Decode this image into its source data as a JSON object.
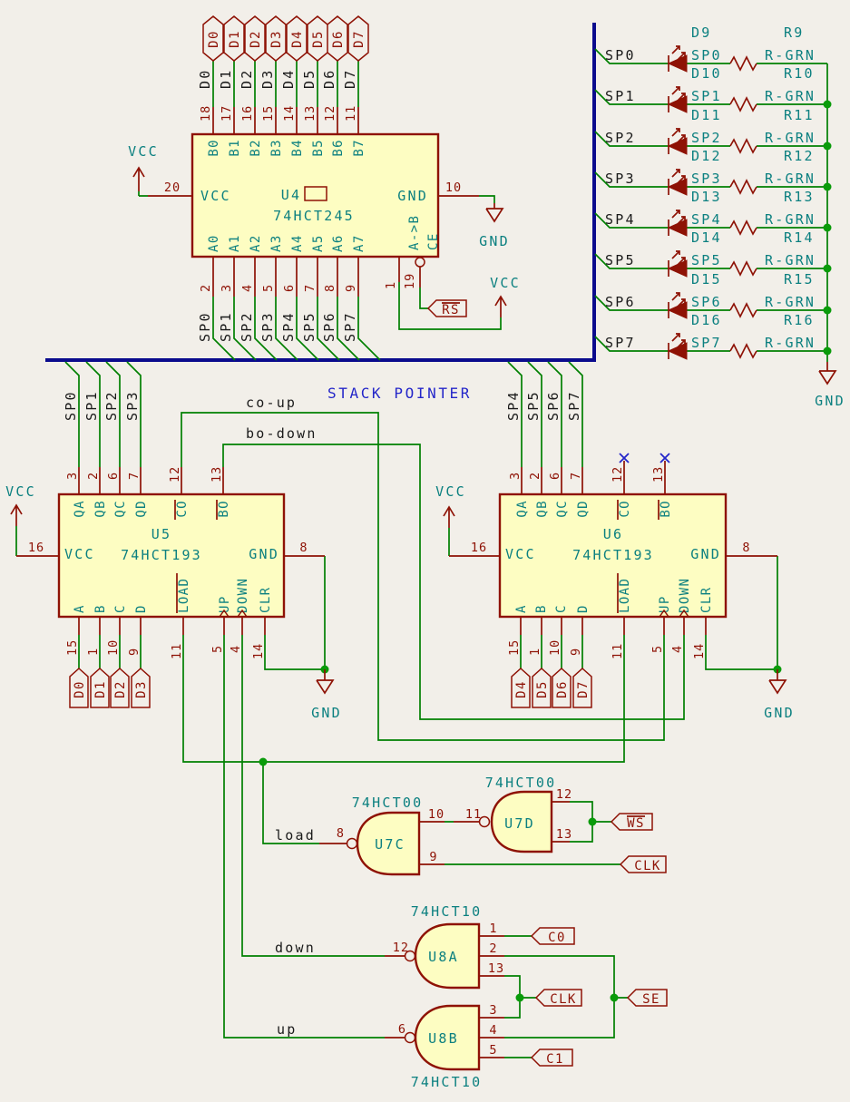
{
  "note": {
    "stack_pointer": "STACK POINTER"
  },
  "power": {
    "vcc": "VCC",
    "gnd": "GND"
  },
  "nets": {
    "co_up": "co-up",
    "bo_down": "bo-down",
    "load": "load",
    "down": "down",
    "up": "up"
  },
  "labels": {
    "rs": "RS",
    "ws": "WS",
    "clk_a": "CLK",
    "clk_b": "CLK",
    "c0": "C0",
    "c1": "C1",
    "se": "SE"
  },
  "colors": {
    "wire": "#018001",
    "bus": "#0b0b8d",
    "symbol": "#8e1205",
    "pin_text": "#0c8080",
    "net_label": "#1a1a1a",
    "note_blue": "#2426c9",
    "body_fill": "#fdfdc2",
    "background": "#f2efe9",
    "junction": "#0a9b0a"
  },
  "u4": {
    "ref": "U4",
    "value": "74HCT245",
    "pin20": {
      "num": "20",
      "name": "VCC"
    },
    "pin10": {
      "num": "10",
      "name": "GND"
    },
    "pin1": {
      "num": "1",
      "name": "A->B"
    },
    "pin19": {
      "num": "19",
      "name": "CE"
    },
    "cols": [
      {
        "hex": "D0",
        "net": "D0",
        "num_top": "18",
        "b": "B0",
        "a": "A0",
        "num_bot": "2",
        "sp": "SP0"
      },
      {
        "hex": "D1",
        "net": "D1",
        "num_top": "17",
        "b": "B1",
        "a": "A1",
        "num_bot": "3",
        "sp": "SP1"
      },
      {
        "hex": "D2",
        "net": "D2",
        "num_top": "16",
        "b": "B2",
        "a": "A2",
        "num_bot": "4",
        "sp": "SP2"
      },
      {
        "hex": "D3",
        "net": "D3",
        "num_top": "15",
        "b": "B3",
        "a": "A3",
        "num_bot": "5",
        "sp": "SP3"
      },
      {
        "hex": "D4",
        "net": "D4",
        "num_top": "14",
        "b": "B4",
        "a": "A4",
        "num_bot": "6",
        "sp": "SP4"
      },
      {
        "hex": "D5",
        "net": "D5",
        "num_top": "13",
        "b": "B5",
        "a": "A5",
        "num_bot": "7",
        "sp": "SP5"
      },
      {
        "hex": "D6",
        "net": "D6",
        "num_top": "12",
        "b": "B6",
        "a": "A6",
        "num_bot": "8",
        "sp": "SP6"
      },
      {
        "hex": "D7",
        "net": "D7",
        "num_top": "11",
        "b": "B7",
        "a": "A7",
        "num_bot": "9",
        "sp": "SP7"
      }
    ]
  },
  "leds": {
    "gnd": "GND",
    "rows": [
      {
        "net": "SP0",
        "led_ref": "D9",
        "led_val": "SP0",
        "res_ref": "R9",
        "res_val": "R-GRN"
      },
      {
        "net": "SP1",
        "led_ref": "D10",
        "led_val": "SP1",
        "res_ref": "R10",
        "res_val": "R-GRN"
      },
      {
        "net": "SP2",
        "led_ref": "D11",
        "led_val": "SP2",
        "res_ref": "R11",
        "res_val": "R-GRN"
      },
      {
        "net": "SP3",
        "led_ref": "D12",
        "led_val": "SP3",
        "res_ref": "R12",
        "res_val": "R-GRN"
      },
      {
        "net": "SP4",
        "led_ref": "D13",
        "led_val": "SP4",
        "res_ref": "R13",
        "res_val": "R-GRN"
      },
      {
        "net": "SP5",
        "led_ref": "D14",
        "led_val": "SP5",
        "res_ref": "R14",
        "res_val": "R-GRN"
      },
      {
        "net": "SP6",
        "led_ref": "D15",
        "led_val": "SP6",
        "res_ref": "R15",
        "res_val": "R-GRN"
      },
      {
        "net": "SP7",
        "led_ref": "D16",
        "led_val": "SP7",
        "res_ref": "R16",
        "res_val": "R-GRN"
      }
    ]
  },
  "u5": {
    "ref": "U5",
    "value": "74HCT193",
    "pin16": {
      "num": "16",
      "name": "VCC"
    },
    "pin8": {
      "num": "8",
      "name": "GND"
    },
    "top": [
      {
        "num": "3",
        "name": "QA",
        "net": "SP0"
      },
      {
        "num": "2",
        "name": "QB",
        "net": "SP1"
      },
      {
        "num": "6",
        "name": "QC",
        "net": "SP2"
      },
      {
        "num": "7",
        "name": "QD",
        "net": "SP3"
      }
    ],
    "co": {
      "num": "12",
      "name": "CO"
    },
    "bo": {
      "num": "13",
      "name": "BO"
    },
    "bot": [
      {
        "num": "15",
        "name": "A",
        "hex": "D0"
      },
      {
        "num": "1",
        "name": "B",
        "hex": "D1"
      },
      {
        "num": "10",
        "name": "C",
        "hex": "D2"
      },
      {
        "num": "9",
        "name": "D",
        "hex": "D3"
      }
    ],
    "load": {
      "num": "11",
      "name": "LOAD"
    },
    "up": {
      "num": "5",
      "name": "UP"
    },
    "down": {
      "num": "4",
      "name": "DOWN"
    },
    "clr": {
      "num": "14",
      "name": "CLR"
    }
  },
  "u6": {
    "ref": "U6",
    "value": "74HCT193",
    "pin16": {
      "num": "16",
      "name": "VCC"
    },
    "pin8": {
      "num": "8",
      "name": "GND"
    },
    "top": [
      {
        "num": "3",
        "name": "QA",
        "net": "SP4"
      },
      {
        "num": "2",
        "name": "QB",
        "net": "SP5"
      },
      {
        "num": "6",
        "name": "QC",
        "net": "SP6"
      },
      {
        "num": "7",
        "name": "QD",
        "net": "SP7"
      }
    ],
    "co": {
      "num": "12",
      "name": "CO"
    },
    "bo": {
      "num": "13",
      "name": "BO"
    },
    "bot": [
      {
        "num": "15",
        "name": "A",
        "hex": "D4"
      },
      {
        "num": "1",
        "name": "B",
        "hex": "D5"
      },
      {
        "num": "10",
        "name": "C",
        "hex": "D6"
      },
      {
        "num": "9",
        "name": "D",
        "hex": "D7"
      }
    ],
    "load": {
      "num": "11",
      "name": "LOAD"
    },
    "up": {
      "num": "5",
      "name": "UP"
    },
    "down": {
      "num": "4",
      "name": "DOWN"
    },
    "clr": {
      "num": "14",
      "name": "CLR"
    }
  },
  "u7c": {
    "ref": "U7C",
    "value": "74HCT00",
    "out": "8",
    "in_a": "10",
    "in_b": "9"
  },
  "u7d": {
    "ref": "U7D",
    "value": "74HCT00",
    "out": "11",
    "in_a": "12",
    "in_b": "13"
  },
  "u8a": {
    "ref": "U8A",
    "value": "74HCT10",
    "out": "12",
    "in_a": "1",
    "in_b": "2",
    "in_c": "13"
  },
  "u8b": {
    "ref": "U8B",
    "value": "74HCT10",
    "out": "6",
    "in_a": "3",
    "in_b": "4",
    "in_c": "5"
  }
}
